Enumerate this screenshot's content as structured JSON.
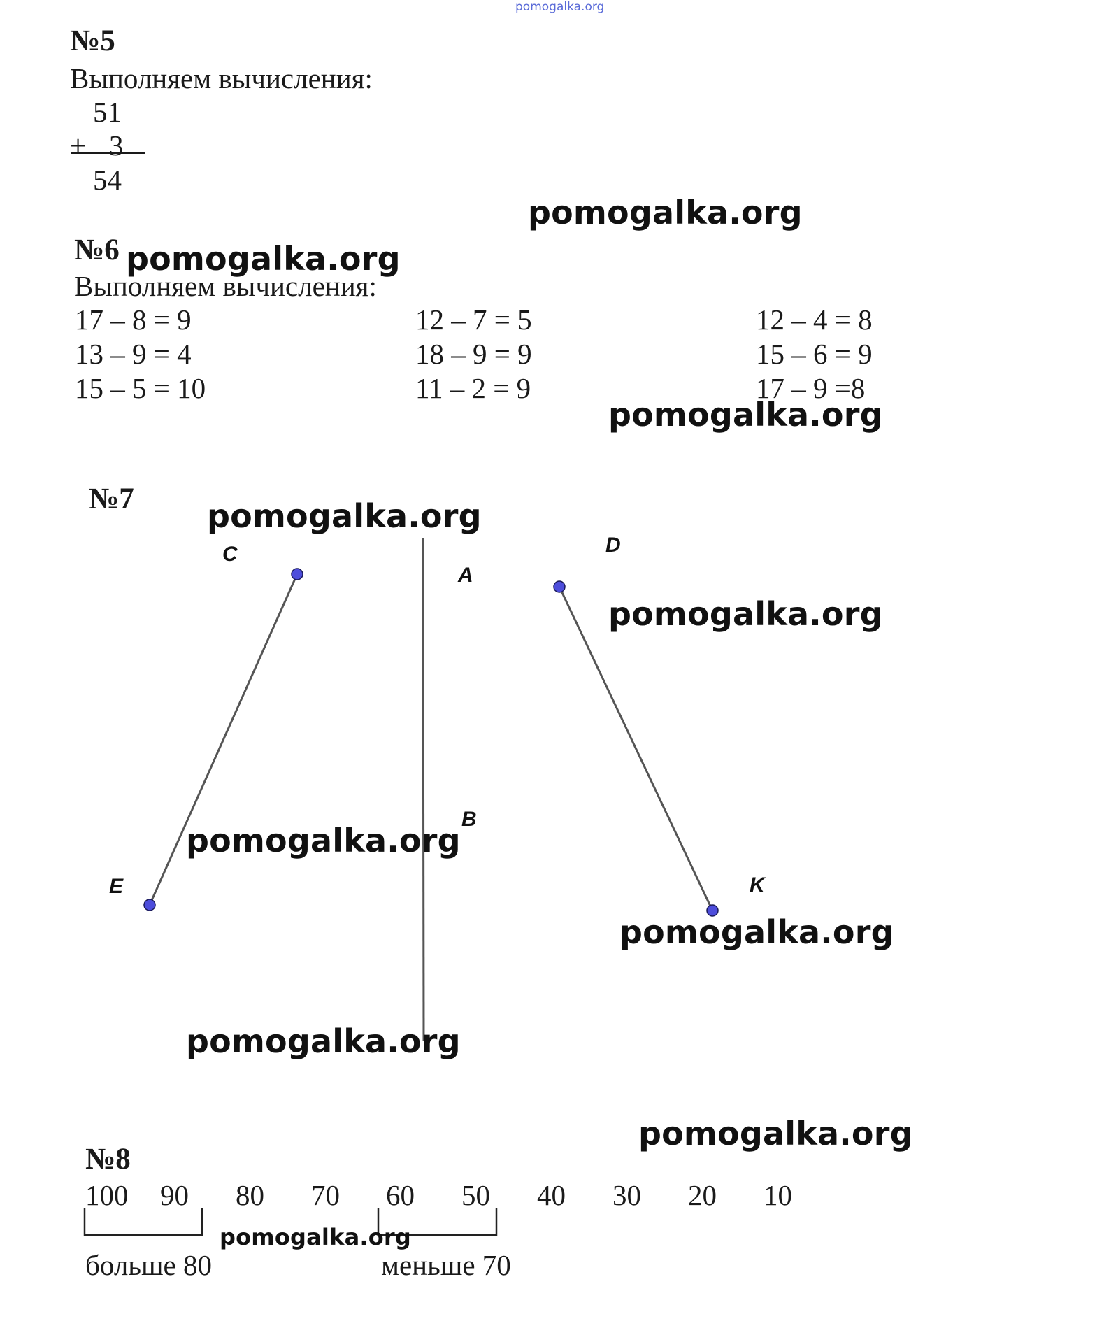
{
  "watermark": "pomogalka.org",
  "watermark_top": "pomogalka.org",
  "task5": {
    "heading": "№5",
    "intro": "Выполняем вычисления:",
    "top": "51",
    "plus": "+",
    "addend": "3",
    "result": "54"
  },
  "task6": {
    "heading": "№6",
    "intro": "Выполняем вычисления:",
    "columns": [
      [
        "17 – 8 = 9",
        "13 – 9 = 4",
        "15 – 5 = 10"
      ],
      [
        "12 – 7 = 5",
        "18 – 9 = 9",
        "11 – 2 = 9"
      ],
      [
        "12 – 4 = 8",
        "15 – 6 = 9",
        "17 – 9 =8"
      ]
    ]
  },
  "task7": {
    "heading": "№7",
    "points": {
      "C": "C",
      "E": "E",
      "A": "A",
      "B": "B",
      "D": "D",
      "K": "K"
    },
    "point_color": "#4d4ddb"
  },
  "task8": {
    "heading": "№8",
    "numbers": [
      "100",
      "90",
      "80",
      "70",
      "60",
      "50",
      "40",
      "30",
      "20",
      "10"
    ],
    "greater_label": "больше 80",
    "less_label": "меньше 70"
  }
}
